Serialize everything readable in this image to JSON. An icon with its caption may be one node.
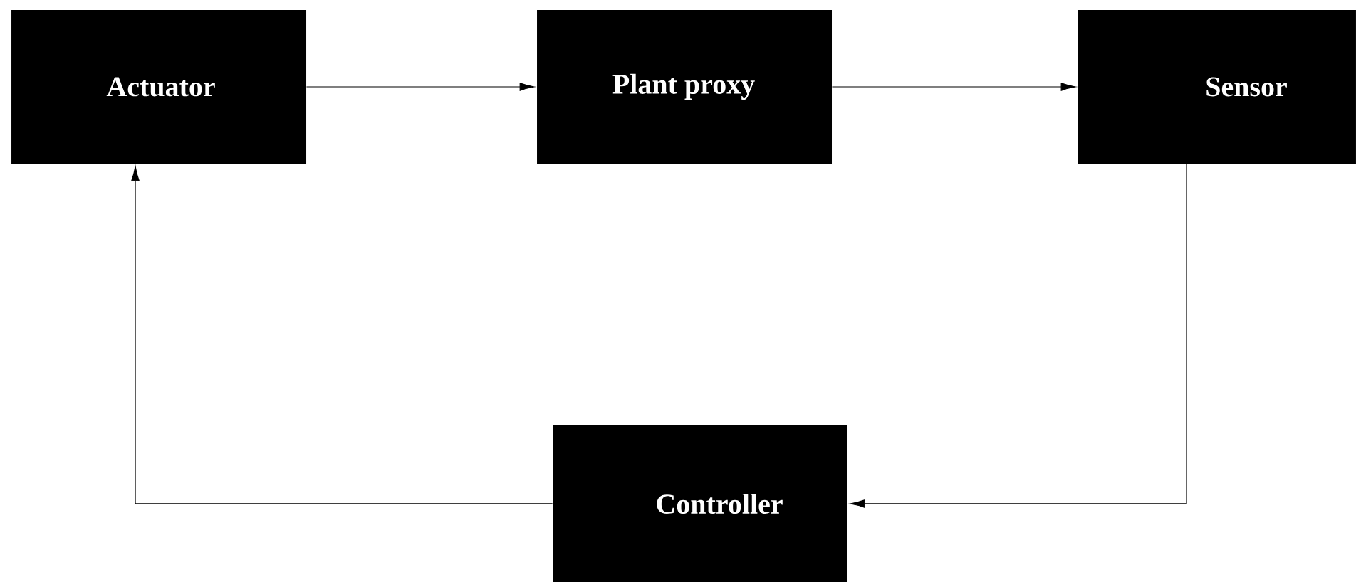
{
  "diagram": {
    "nodes": [
      {
        "text": [
          "Actuator"
        ]
      },
      {
        "text": [
          "Plant proxy"
        ]
      },
      {
        "text": [
          "Sensor"
        ]
      },
      {
        "text": [
          "Controller"
        ]
      }
    ],
    "edges": [
      {
        "from": 0,
        "to": 1,
        "arrow": "to"
      },
      {
        "from": 1,
        "to": 2,
        "arrow": "to"
      },
      {
        "from": 2,
        "to": 3,
        "arrow": "to"
      },
      {
        "from": 3,
        "to": 0,
        "arrow": "to"
      }
    ]
  }
}
